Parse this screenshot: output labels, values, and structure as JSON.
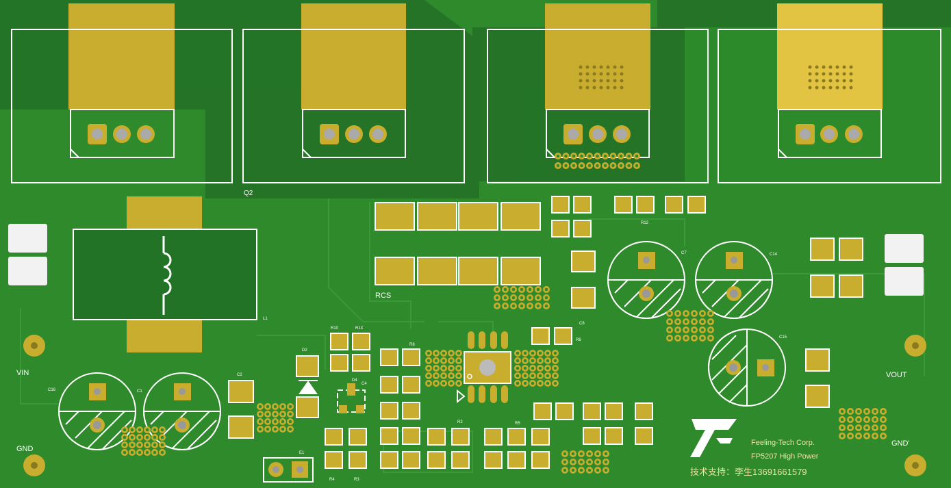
{
  "board": {
    "colors": {
      "base": "#2f8a2c",
      "dark_fill": "#237326",
      "pad": "#c9ad2e",
      "pad_light": "#e2c442",
      "silk": "#ffffff",
      "pad_white": "#f2f2f2"
    }
  },
  "labels": {
    "q2": "Q2",
    "rcs": "RCS",
    "vin": "VIN",
    "gnd_left": "GND",
    "vout": "VOUT",
    "gnd_right": "GND'",
    "l1": "L1",
    "c7": "C7",
    "c14": "C14",
    "c15": "C15",
    "c16": "C16",
    "c1": "C1",
    "c2": "C2",
    "c4": "C4",
    "c8": "C8",
    "r10": "R10",
    "r13": "R13",
    "r2": "R2",
    "r3": "R3",
    "r4": "R4",
    "r5": "R5",
    "r6": "R6",
    "r8": "R8",
    "r12": "R12",
    "d2": "D2",
    "d4": "D4",
    "e1": "E1"
  },
  "brand": {
    "company": "Feeling-Tech Corp.",
    "product": "FP5207 High Power",
    "support": "技术支持：李生13691661579"
  },
  "icons": {
    "logo": "feeling-tech-logo-icon",
    "inductor": "inductor-coil-icon",
    "diode": "diode-symbol-icon",
    "pin1": "pin1-triangle-icon"
  }
}
